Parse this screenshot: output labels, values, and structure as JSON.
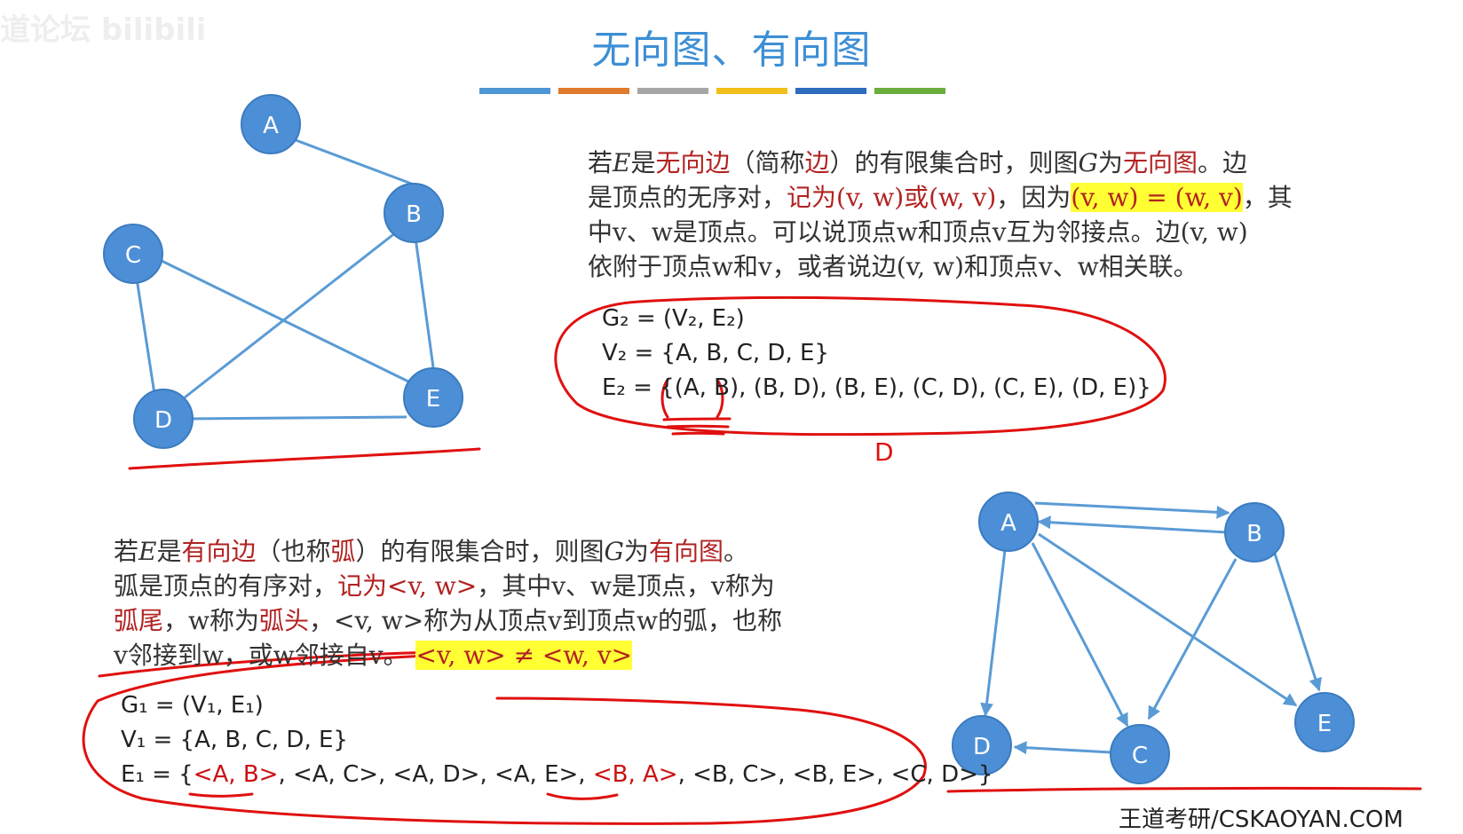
{
  "watermark": "道论坛 bilibili",
  "title": "无向图、有向图",
  "title_bar_colors": [
    "#4f96d6",
    "#e07a2d",
    "#a6a6a6",
    "#f2be1a",
    "#2e6cbd",
    "#6cae3c"
  ],
  "colors": {
    "node_fill": "#4d8fd6",
    "node_stroke": "#3b7bc0",
    "edge": "#5a9bd5",
    "accent_red": "#b22222",
    "highlight": "#ffff33",
    "annotation": "#e01010"
  },
  "undirected": {
    "nodes": [
      "A",
      "B",
      "C",
      "D",
      "E"
    ],
    "edges": [
      [
        "A",
        "B"
      ],
      [
        "B",
        "D"
      ],
      [
        "B",
        "E"
      ],
      [
        "C",
        "D"
      ],
      [
        "C",
        "E"
      ],
      [
        "D",
        "E"
      ]
    ],
    "para": {
      "l1_a": "若",
      "l1_b": "E",
      "l1_c": "是",
      "l1_d": "无向边",
      "l1_e": "（简称",
      "l1_f": "边",
      "l1_g": "）的有限集合时，则图",
      "l1_h": "G",
      "l1_i": "为",
      "l1_j": "无向图",
      "l1_k": "。边",
      "l2_a": "是顶点的无序对，",
      "l2_b": "记为(v, w)或(w, v)",
      "l2_c": "，因为",
      "l2_d": "(v, w) = (w, v)",
      "l2_e": "，其",
      "l3": "中v、w是顶点。可以说顶点w和顶点v互为邻接点。边(v, w)",
      "l4": "依附于顶点w和v，或者说边(v, w)和顶点v、w相关联。"
    },
    "formula": {
      "l1": "G₂ = (V₂, E₂)",
      "l2": "V₂ = {A, B, C, D, E}",
      "l3_a": "E₂ = {",
      "l3_b": "(A, B)",
      "l3_c": ", (B, D), (B, E), (C, D), (C, E), (D, E)}"
    },
    "annotation": "D"
  },
  "directed": {
    "nodes": [
      "A",
      "B",
      "C",
      "D",
      "E"
    ],
    "arcs": [
      [
        "A",
        "B"
      ],
      [
        "B",
        "A"
      ],
      [
        "A",
        "C"
      ],
      [
        "A",
        "D"
      ],
      [
        "A",
        "E"
      ],
      [
        "B",
        "C"
      ],
      [
        "B",
        "E"
      ],
      [
        "C",
        "D"
      ]
    ],
    "para": {
      "l1_a": "若",
      "l1_b": "E",
      "l1_c": "是",
      "l1_d": "有向边",
      "l1_e": "（也称",
      "l1_f": "弧",
      "l1_g": "）的有限集合时，则图",
      "l1_h": "G",
      "l1_i": "为",
      "l1_j": "有向图",
      "l1_k": "。",
      "l2_a": "弧是顶点的有序对，",
      "l2_b": "记为<v, w>",
      "l2_c": "，其中v、w是顶点，v称为",
      "l3_a": "弧尾",
      "l3_b": "，w称为",
      "l3_c": "弧头",
      "l3_d": "，<v, w>称为从顶点v到顶点w的弧，也称",
      "l4_a": "v邻接到w，或w邻接自v。 ",
      "l4_b": "<v, w> ≠ <w, v>"
    },
    "formula": {
      "l1": "G₁ = (V₁, E₁)",
      "l2": "V₁ = {A, B, C, D, E}",
      "l3_a": "E₁ = {",
      "l3_b": "<A, B>",
      "l3_c": ", <A, C>, <A, D>, <A, E>, ",
      "l3_d": "<B, A>",
      "l3_e": ", <B, C>, <B, E>, <C, D>}"
    }
  },
  "footer": "王道考研/CSKAOYAN.COM"
}
